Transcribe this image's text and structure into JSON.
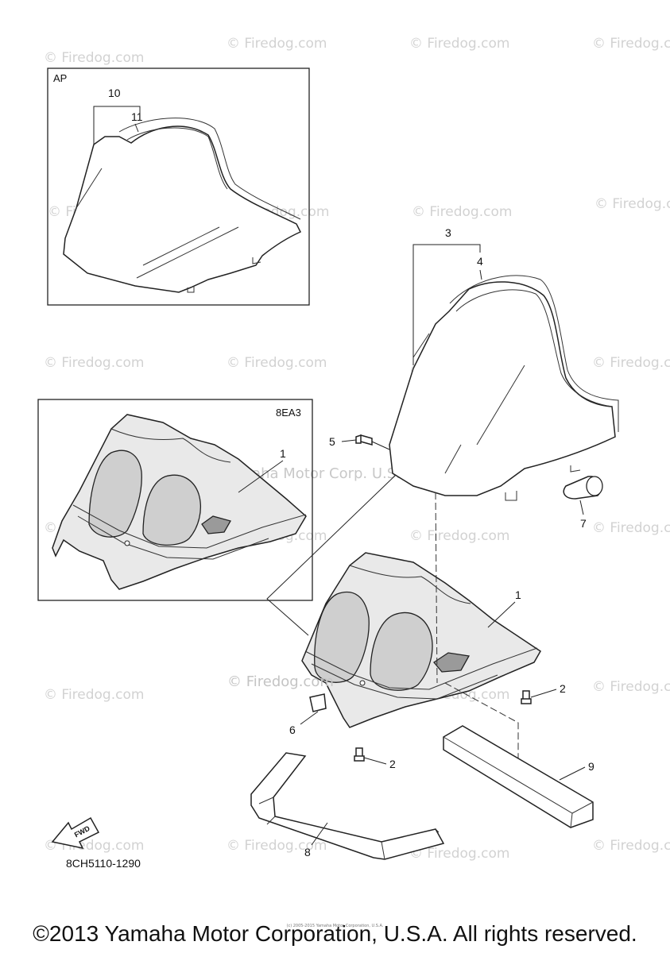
{
  "diagram": {
    "inset_ap": {
      "label": "AP",
      "callouts": [
        "10",
        "11"
      ]
    },
    "inset_8ea3": {
      "label": "8EA3",
      "callouts": [
        "1"
      ]
    },
    "main_callouts": {
      "p1": "1",
      "p2a": "2",
      "p2b": "2",
      "p3": "3",
      "p4": "4",
      "p5": "5",
      "p6": "6",
      "p7": "7",
      "p8": "8",
      "p9": "9"
    },
    "fwd_label": "FWD",
    "drawing_code": "8CH5110-1290",
    "center_watermark": "Yamaha Motor Corp. U.S.A.",
    "firedog_watermark": "© Firedog.com",
    "firedog_watermark_large": "© Firedog.com"
  },
  "footer": {
    "copyright": "©2013 Yamaha Motor Corporation, U.S.A. All rights reserved.",
    "small_print": "(c) 2005-2015 Yamaha Motor Corporation, U.S.A."
  }
}
